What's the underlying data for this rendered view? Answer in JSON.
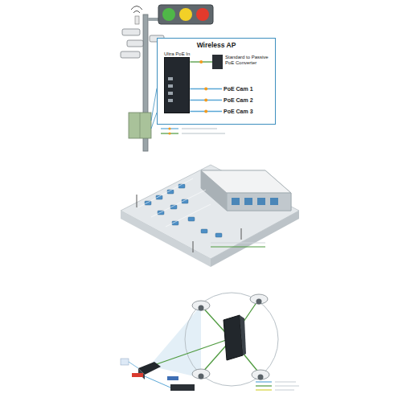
{
  "diagram": {
    "nodes": [
      {
        "text": [
          "Wireless AP"
        ]
      },
      {
        "text": [
          "Ultra PoE In"
        ],
        "in": 0
      },
      {
        "text": [
          "Standard to Passive PoE Converter"
        ],
        "in": 0
      },
      {
        "text": [
          "PoE Cam 1"
        ],
        "in": 0
      },
      {
        "text": [
          "PoE Cam 2"
        ],
        "in": 0
      },
      {
        "text": [
          "PoE Cam 3"
        ],
        "in": 0
      }
    ],
    "edges": [
      {
        "from": 1,
        "to": 2,
        "arrow": "none"
      },
      {
        "from": 1,
        "to": 3,
        "arrow": "none"
      },
      {
        "from": 1,
        "to": 4,
        "arrow": "none"
      },
      {
        "from": 1,
        "to": 5,
        "arrow": "none"
      }
    ]
  }
}
